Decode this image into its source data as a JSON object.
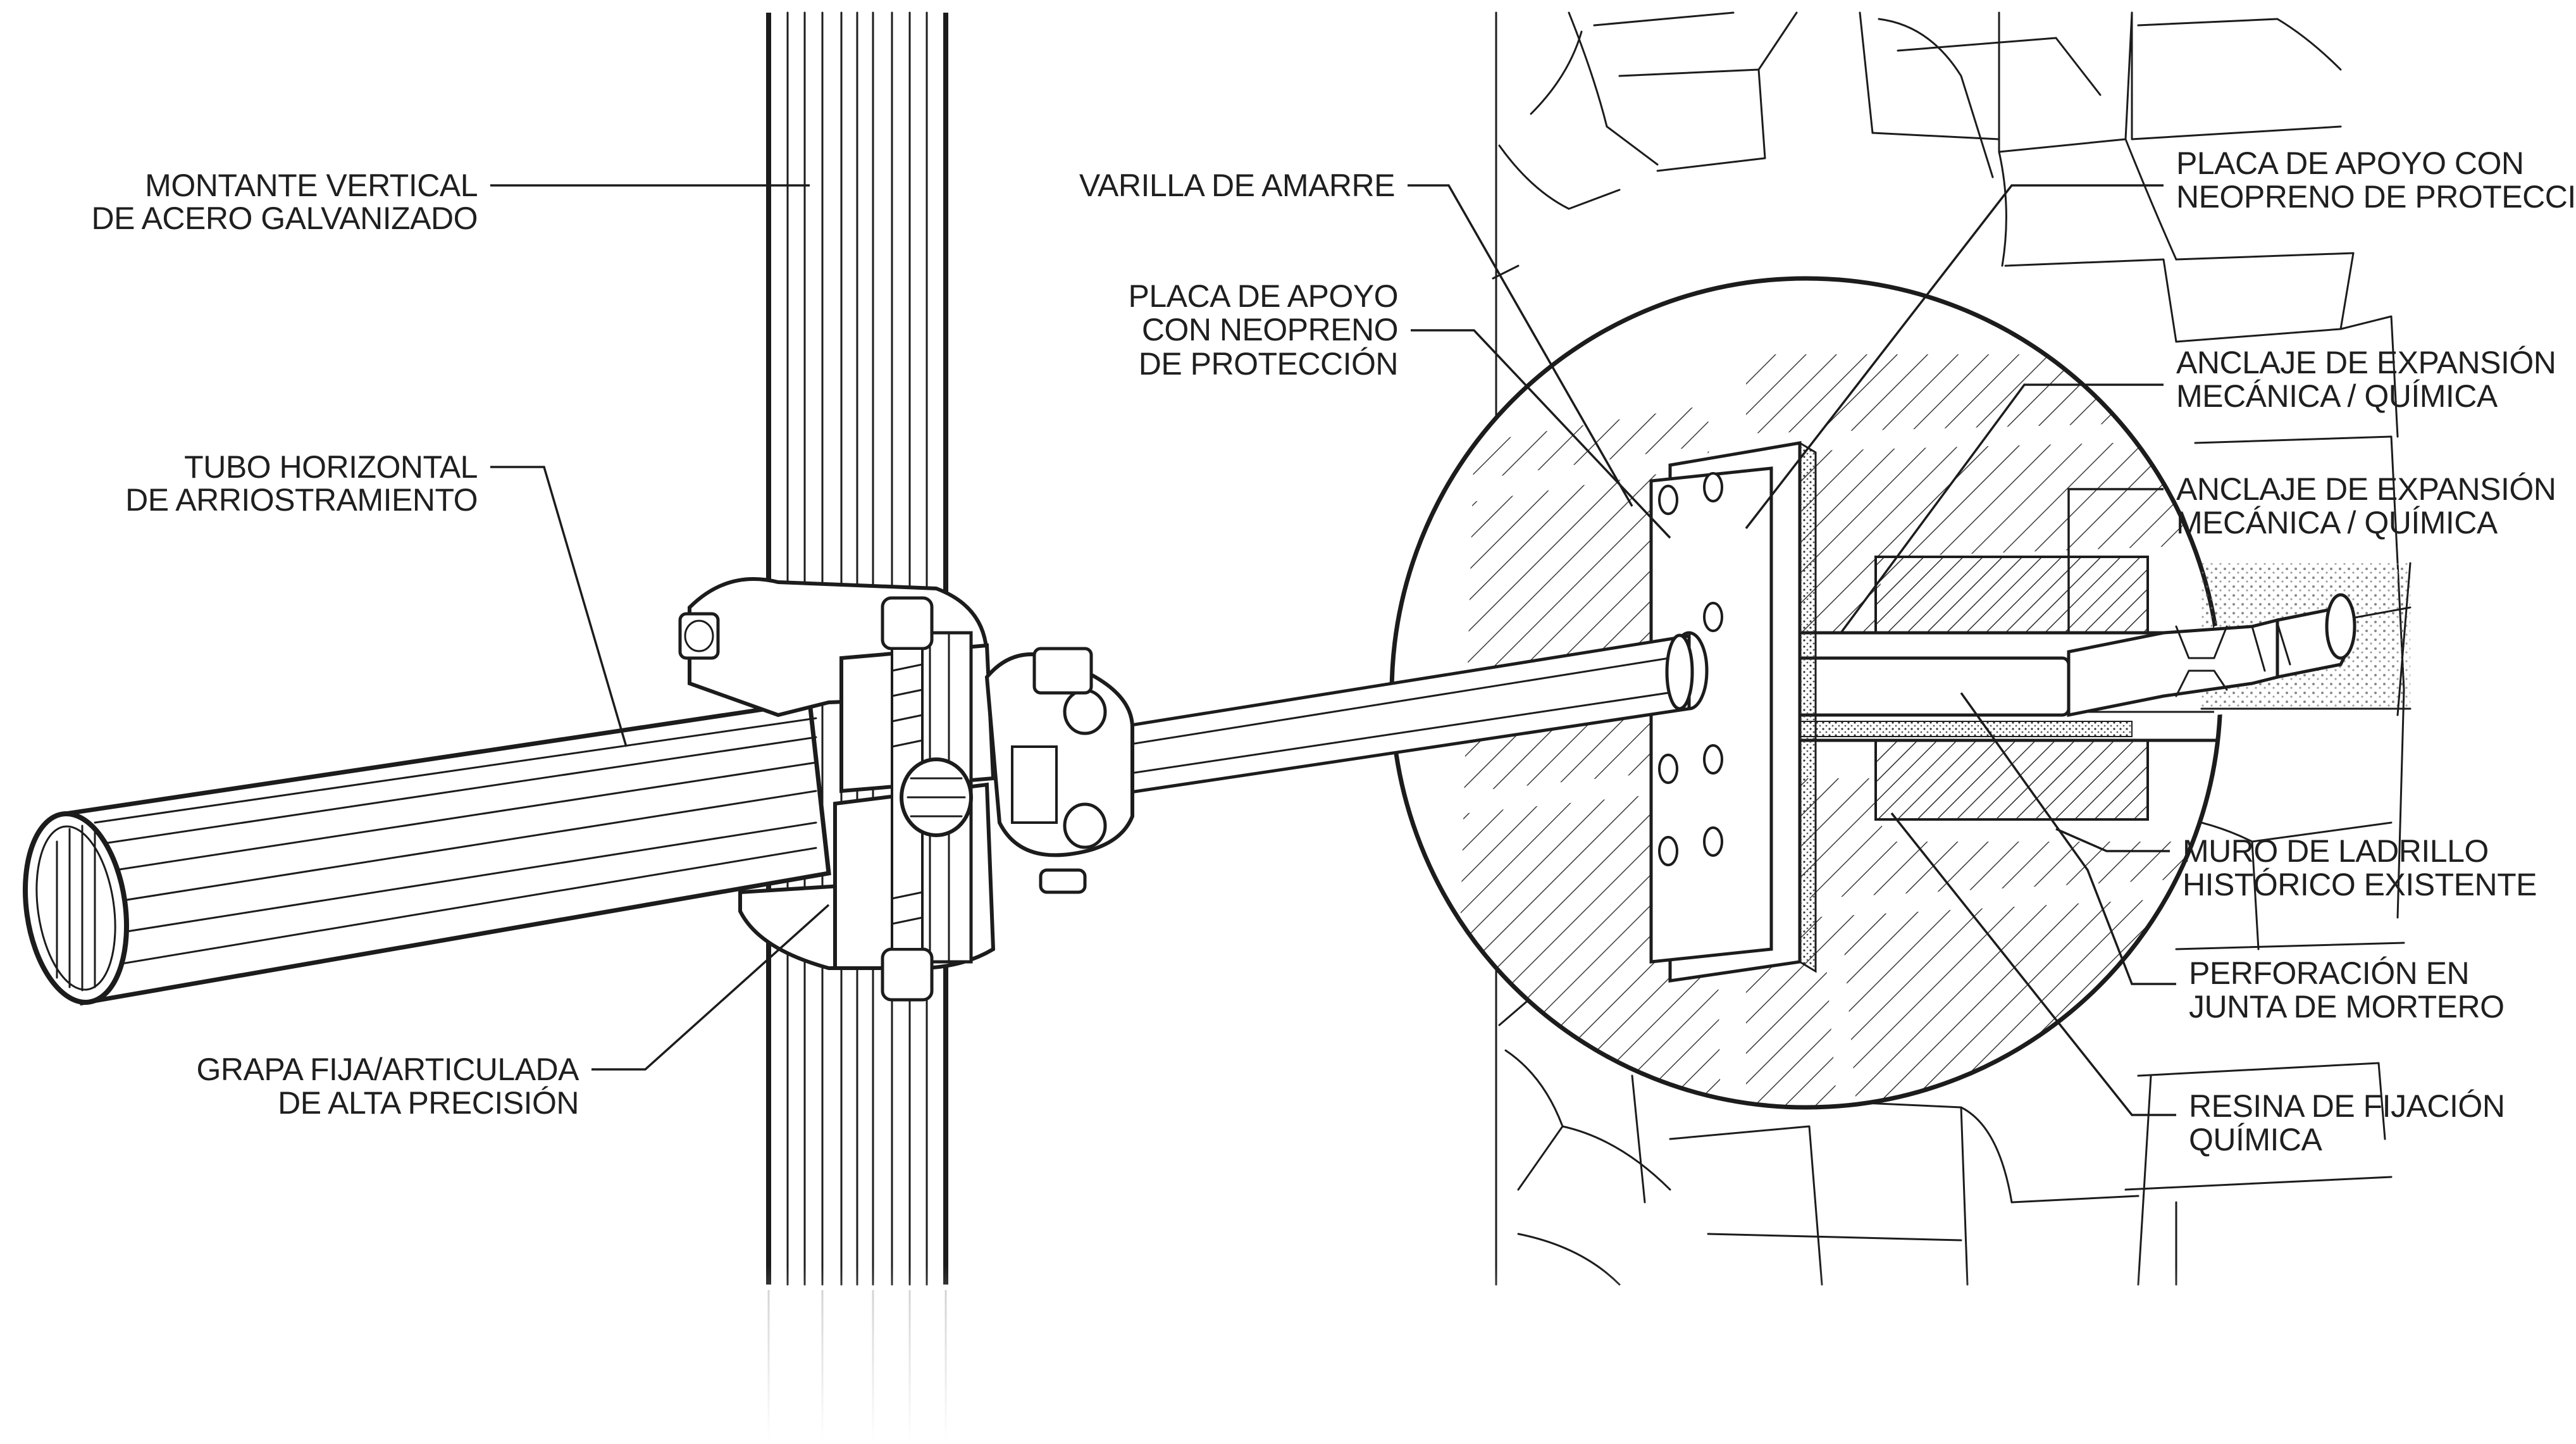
{
  "labels": {
    "montante": [
      "MONTANTE VERTICAL",
      "DE ACERO GALVANIZADO"
    ],
    "tubo": [
      "TUBO HORIZONTAL",
      "DE ARRIOSTRAMIENTO"
    ],
    "grapa": [
      "GRAPA FIJA/ARTICULADA",
      "DE ALTA PRECISIÓN"
    ],
    "varilla": [
      "VARILLA DE AMARRE"
    ],
    "placa_left": [
      "PLACA DE APOYO",
      "CON NEOPRENO",
      "DE PROTECCIÓN"
    ],
    "placa_right": [
      "PLACA DE APOYO CON",
      "NEOPRENO DE PROTECCIÓN"
    ],
    "anclaje1": [
      "ANCLAJE DE EXPANSIÓN",
      "MECÁNICA / QUÍMICA"
    ],
    "anclaje2": [
      "ANCLAJE DE EXPANSIÓN",
      "MECÁNICA / QUÍMICA"
    ],
    "muro": [
      "MURO DE LADRILLO",
      "HISTÓRICO EXISTENTE"
    ],
    "perforacion": [
      "PERFORACIÓN EN",
      "JUNTA DE MORTERO"
    ],
    "resina": [
      "RESINA DE FIJACIÓN",
      "QUÍMICA"
    ]
  },
  "colors": {
    "ink": "#1c1c1c",
    "hatch": "#3a3a3a",
    "mortar": "#d9d9d9",
    "background": "#ffffff"
  }
}
